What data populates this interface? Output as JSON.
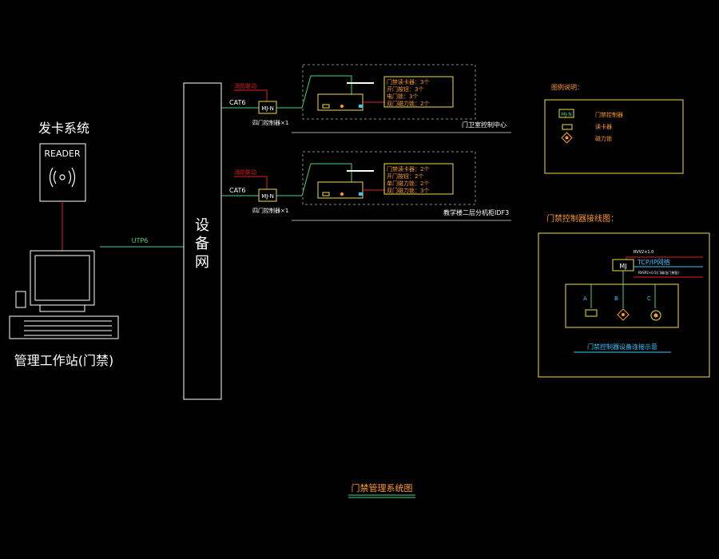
{
  "card_issue_system": "发卡系统",
  "reader_label": "READER",
  "workstation_label": "管理工作站(门禁)",
  "utp_label": "UTP6",
  "equipment_network": [
    "设",
    "备",
    "网"
  ],
  "panels": [
    {
      "fire_signal": "消防联动",
      "cable": "CAT6",
      "controller": "MJ-N",
      "controller_note": "四门控制器×1",
      "counts": [
        "门禁读卡器：3个",
        "开门按钮：3个",
        "电门锁：3个",
        "双门磁力锁：2个"
      ],
      "location": "门卫室控制中心"
    },
    {
      "fire_signal": "消防联动",
      "cable": "CAT6",
      "controller": "MJ-N",
      "controller_note": "四门控制器×1",
      "counts": [
        "门禁读卡器：2个",
        "开门按钮：2个",
        "单门磁力锁：2个",
        "双门磁力锁：3个"
      ],
      "location": "教学楼二层分机柜IDF3"
    }
  ],
  "legend": {
    "title": "图例说明：",
    "items": [
      {
        "symbol": "MJ-N",
        "label": "门禁控制器"
      },
      {
        "symbol": "",
        "label": "读卡器"
      },
      {
        "symbol": "",
        "label": "磁力锁"
      }
    ]
  },
  "wiring": {
    "title": "门禁控制器接线图：",
    "power_note": "RVV2×1.0",
    "controller": "MJ",
    "network": "TCP/IP网络",
    "signal_note": "RVSP2×0.5(门磁/出门按钮)",
    "labels": [
      "A",
      "B",
      "C"
    ],
    "caption": "门禁控制器设备连接示意"
  },
  "diagram_title": "门禁管理系统图",
  "colors": {
    "line_green": "#4ad08a",
    "line_red": "#e02020",
    "box_yellow": "#f0e040",
    "text_orange": "#ff9a30",
    "text_cyan": "#39c6ff"
  }
}
